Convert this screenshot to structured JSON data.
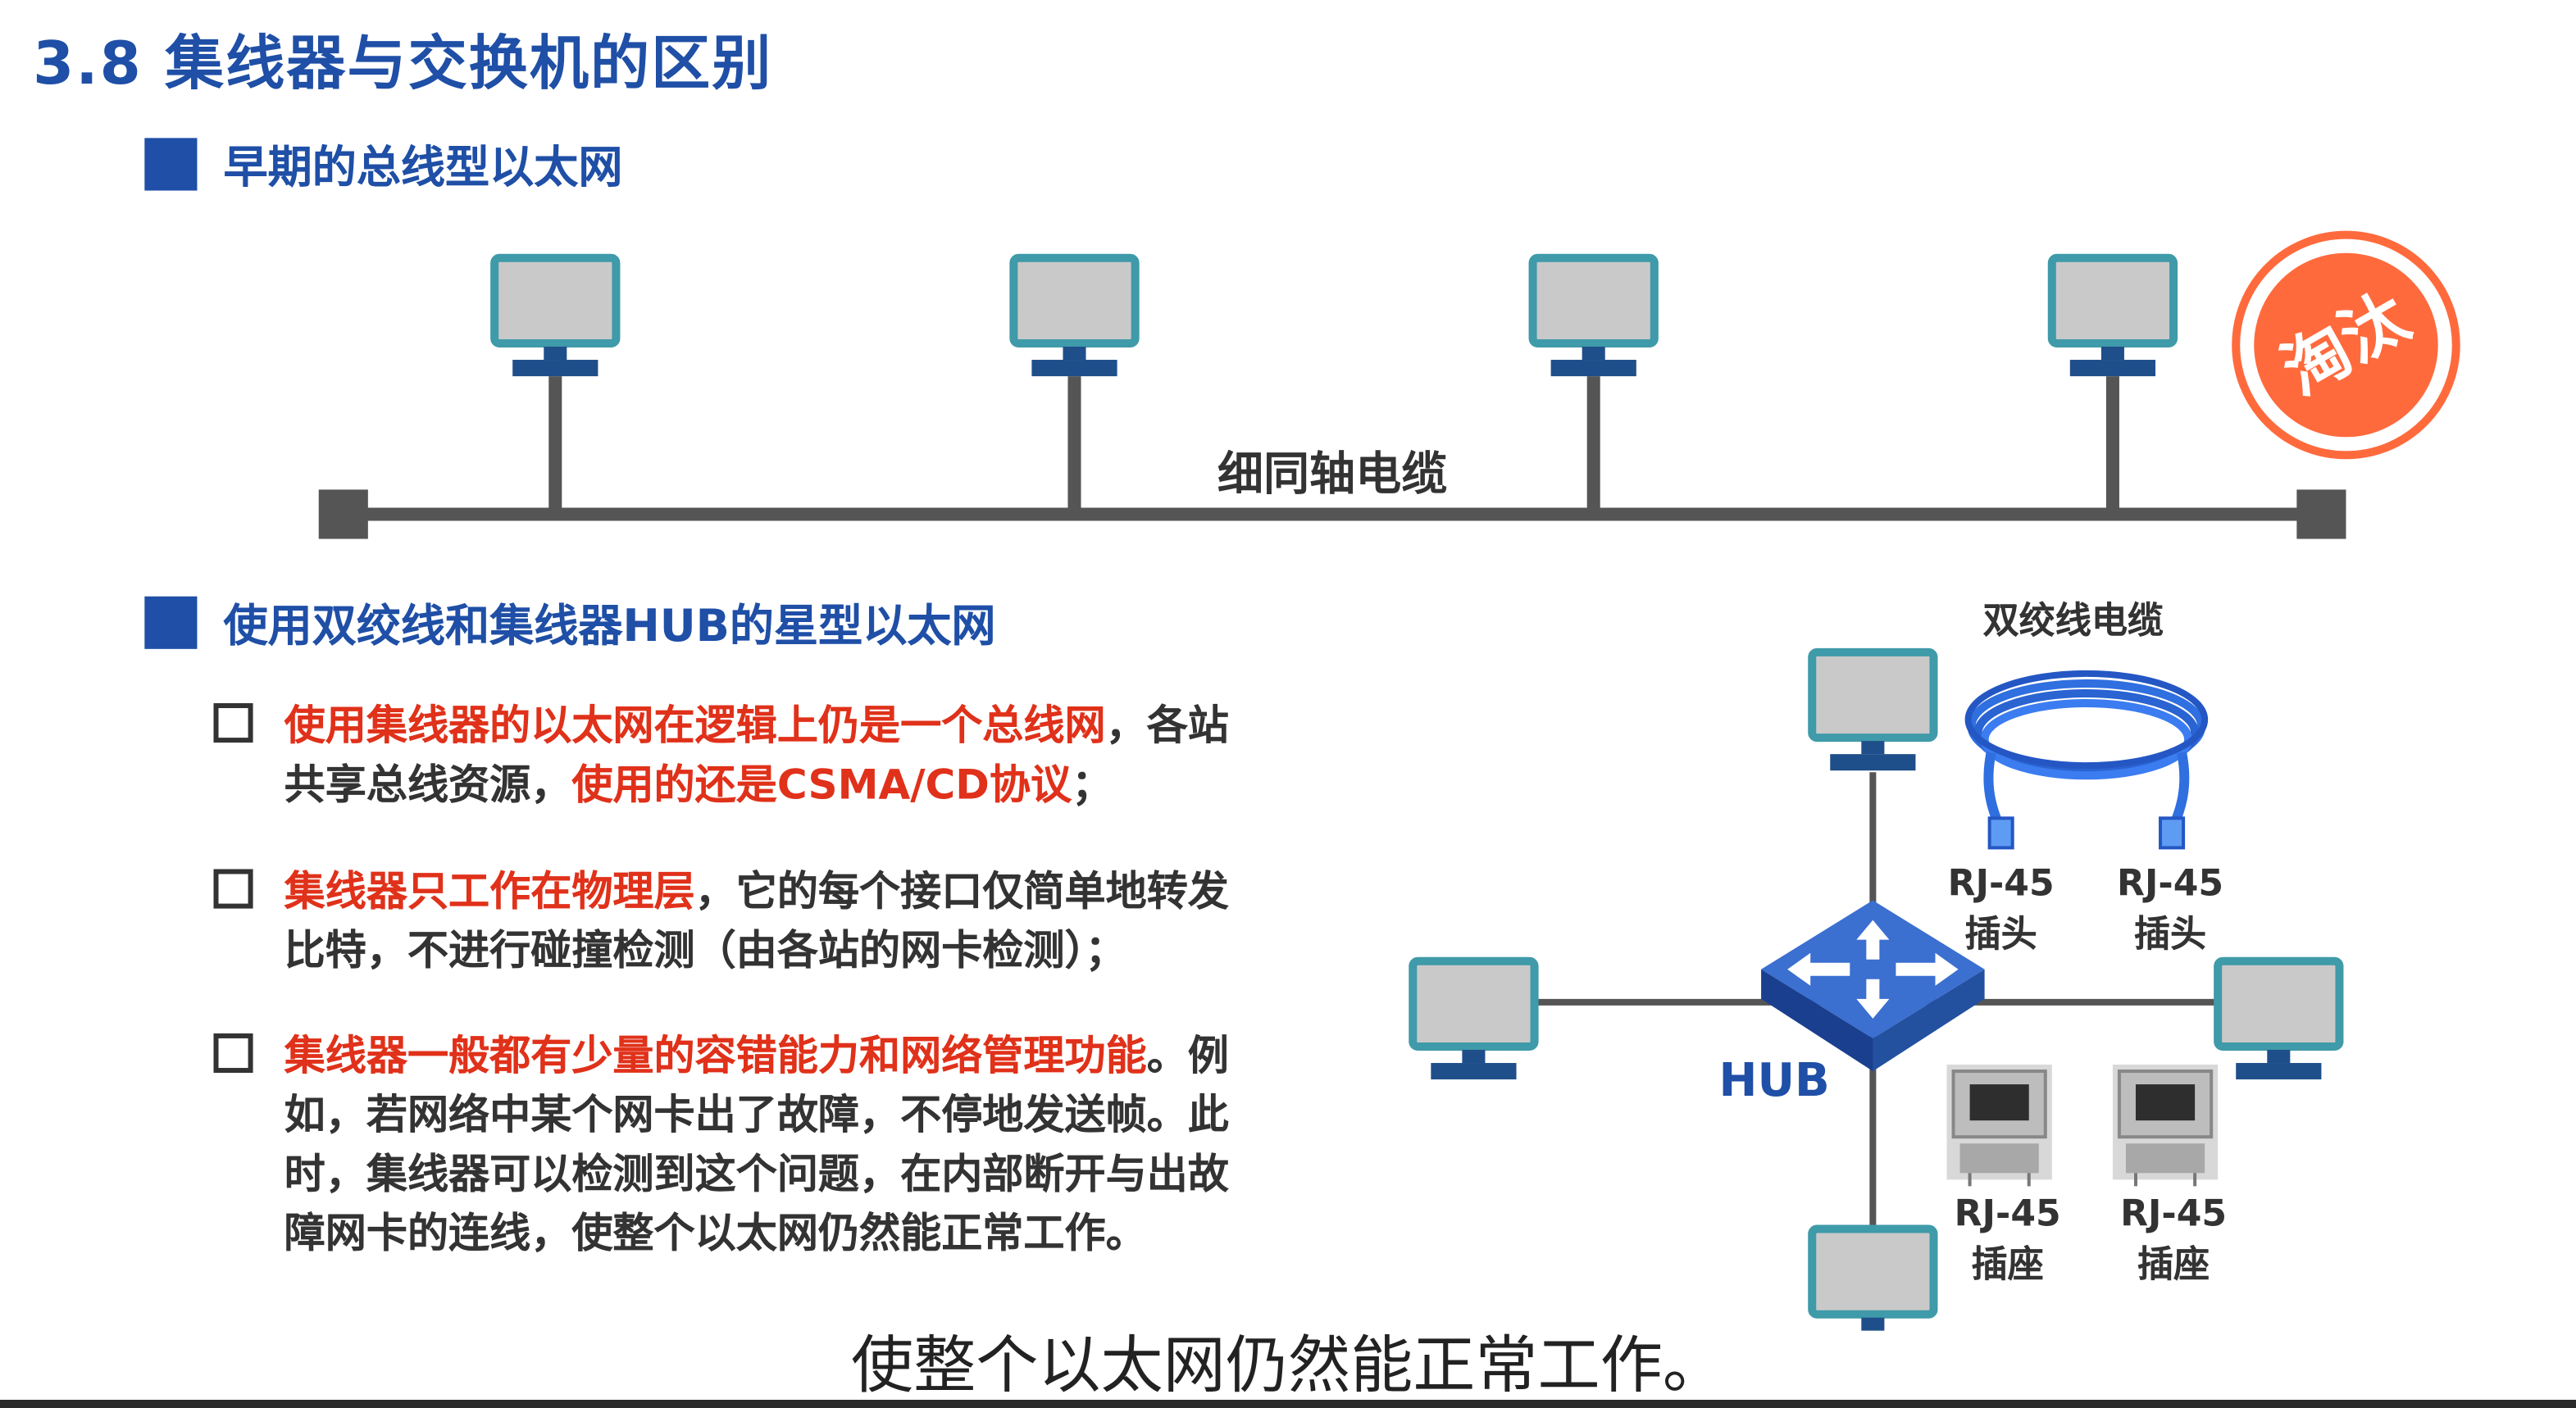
{
  "slide": {
    "title": "3.8 集线器与交换机的区别",
    "section1": "早期的总线型以太网",
    "section2": "使用双绞线和集线器HUB的星型以太网"
  },
  "bus": {
    "cable_label": "细同轴电缆",
    "stamp_text": "淘汰",
    "computer_count": 4
  },
  "bullets": [
    {
      "lines": [
        [
          {
            "t": "使用集线器的以太网在逻辑上仍是一个总线网",
            "red": true
          },
          {
            "t": "，各站",
            "red": false
          }
        ],
        [
          {
            "t": "共享总线资源，",
            "red": false
          },
          {
            "t": "使用的还是CSMA/CD协议",
            "red": true
          },
          {
            "t": "；",
            "red": false
          }
        ]
      ]
    },
    {
      "lines": [
        [
          {
            "t": "集线器只工作在物理层",
            "red": true
          },
          {
            "t": "，它的每个接口仅简单地转发",
            "red": false
          }
        ],
        [
          {
            "t": "比特，不进行碰撞检测（由各站的网卡检测）；",
            "red": false
          }
        ]
      ]
    },
    {
      "lines": [
        [
          {
            "t": "集线器一般都有少量的容错能力和网络管理功能",
            "red": true
          },
          {
            "t": "。例",
            "red": false
          }
        ],
        [
          {
            "t": "如，若网络中某个网卡出了故障，不停地发送帧。此",
            "red": false
          }
        ],
        [
          {
            "t": "时，集线器可以检测到这个问题，在内部断开与出故",
            "red": false
          }
        ],
        [
          {
            "t": "障网卡的连线，使整个以太网仍然能正常工作。",
            "red": false
          }
        ]
      ]
    }
  ],
  "star": {
    "hub_label": "HUB",
    "cable_label": "双绞线电缆",
    "plug_left_l1": "RJ-45",
    "plug_left_l2": "插头",
    "plug_right_l1": "RJ-45",
    "plug_right_l2": "插头",
    "socket_left_l1": "RJ-45",
    "socket_left_l2": "插座",
    "socket_right_l1": "RJ-45",
    "socket_right_l2": "插座"
  },
  "subtitle": "使整个以太网仍然能正常工作。",
  "colors": {
    "title_blue": "#1f4fa6",
    "emphasis_red": "#e0311a",
    "monitor_frame": "#3f9aa9",
    "monitor_screen": "#c9c9c9",
    "cable_gray": "#555555",
    "stamp_orange": "#ff6a3d"
  }
}
